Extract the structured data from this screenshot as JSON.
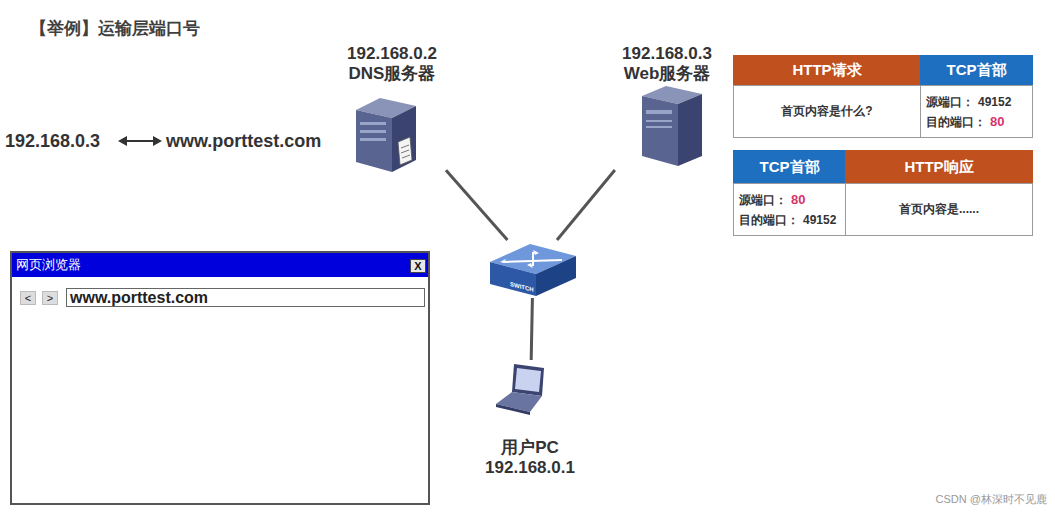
{
  "diagram": {
    "title": "【举例】运输层端口号",
    "nodes": [
      {
        "text": [
          "192.168.0.2",
          "DNS服务器"
        ]
      },
      {
        "text": [
          "192.168.0.3",
          "Web服务器"
        ]
      },
      {
        "text": [
          "SWITCH"
        ]
      },
      {
        "text": [
          "用户PC",
          "192.168.0.1"
        ]
      },
      {
        "text": [
          "网页浏览器"
        ]
      },
      {
        "text": [
          "X"
        ],
        "in": 4
      },
      {
        "text": [
          "<"
        ],
        "in": 4
      },
      {
        "text": [
          ">"
        ],
        "in": 4
      },
      {
        "text": [
          "www.porttest.com"
        ],
        "in": 4
      },
      {
        "text": [
          "HTTP请求"
        ]
      },
      {
        "text": [
          "TCP首部"
        ]
      },
      {
        "text": [
          "首页内容是什么?"
        ]
      },
      {
        "text": [
          "源端口：",
          "49152",
          "目的端口：",
          "80"
        ]
      },
      {
        "text": [
          "TCP首部"
        ]
      },
      {
        "text": [
          "HTTP响应"
        ]
      },
      {
        "text": [
          "源端口：",
          "80",
          "目的端口：",
          "49152"
        ]
      },
      {
        "text": [
          "首页内容是......"
        ]
      }
    ],
    "edges": [
      {
        "from": 0,
        "to": 2,
        "arrow": "none"
      },
      {
        "from": 1,
        "to": 2,
        "arrow": "none"
      },
      {
        "from": 3,
        "to": 2,
        "arrow": "none"
      }
    ],
    "labels": [
      "192.168.0.3",
      "www.porttest.com",
      "CSDN @林深时不见鹿"
    ]
  }
}
